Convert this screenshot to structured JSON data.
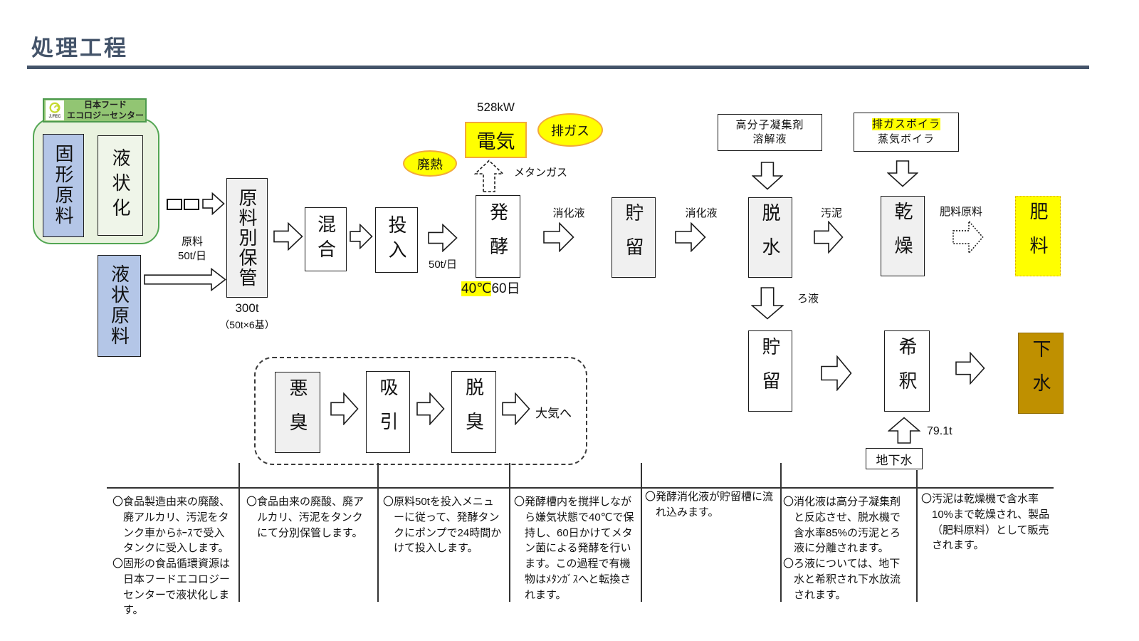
{
  "title": "処理工程",
  "logo": {
    "mark_text": "J.FEC",
    "line1": "日本フード",
    "line2": "エコロジーセンター"
  },
  "nodes": {
    "solid_material": "固形原料",
    "liquefaction": "液状化",
    "liquid_material": "液状原料",
    "storage_by_material": "原料別保管",
    "mixing": "混合",
    "feeding": "投入",
    "fermentation": "発酵",
    "electricity": "電気",
    "storage1": "貯留",
    "dewatering": "脱水",
    "drying": "乾燥",
    "fertilizer": "肥料",
    "storage2": "貯留",
    "dilution": "希釈",
    "sewage": "下水",
    "groundwater": "地下水",
    "coagulant_line1": "高分子凝集剤",
    "coagulant_line2": "溶解液",
    "boiler_line1": "排ガスボイラ",
    "boiler_line2": "蒸気ボイラ",
    "odor": "悪臭",
    "suction": "吸引",
    "deodorize": "脱臭"
  },
  "labels": {
    "power": "528kW",
    "exhaust_gas": "排ガス",
    "waste_heat": "廃熱",
    "methane_gas": "メタンガス",
    "material": "原料",
    "material_rate": "50t/日",
    "storage_capacity": "300t",
    "storage_units": "（50t×6基）",
    "feed_rate": "50t/日",
    "temp": "40℃",
    "days": "60日",
    "digestive_in": "消化液",
    "digestive_out": "消化液",
    "sludge": "汚泥",
    "fertilizer_material": "肥料原料",
    "filtrate": "ろ液",
    "groundwater_amount": "79.1t",
    "to_atmosphere": "大気へ"
  },
  "notes": {
    "columns": [
      {
        "paragraphs": [
          "〇食品製造由来の廃酸、廃アルカリ、汚泥をタンク車からﾎｰｽで受入タンクに受入します。",
          "〇固形の食品循環資源は日本フードエコロジーセンターで液状化します。"
        ]
      },
      {
        "paragraphs": [
          "〇食品由来の廃酸、廃アルカリ、汚泥をタンクにて分別保管します。"
        ]
      },
      {
        "paragraphs": [
          "〇原料50tを投入メニューに従って、発酵タンクにポンプで24時間かけて投入します。"
        ]
      },
      {
        "paragraphs": [
          "〇発酵槽内を撹拌しながら嫌気状態で40℃で保持し、60日かけてメタン菌による発酵を行います。この過程で有機物はﾒﾀﾝｶﾞｽへと転換されます。"
        ]
      },
      {
        "paragraphs": [
          "〇発酵消化液が貯留槽に流れ込みます。"
        ]
      },
      {
        "paragraphs": [
          "〇消化液は高分子凝集剤と反応させ、脱水機で含水率85%の汚泥とろ液に分離されます。",
          "〇ろ液については、地下水と希釈され下水放流されます。"
        ]
      },
      {
        "paragraphs": [
          "〇汚泥は乾燥機で含水率10%まで乾燥され、製品（肥料原料）として販売されます。"
        ]
      }
    ]
  },
  "colors": {
    "title_navy": "#44546A",
    "container_green_border": "#53A653",
    "container_green_fill": "#E9F2DF",
    "logo_green": "#92C573",
    "box_blue": "#B4C6E7",
    "box_gray": "#F0F0F0",
    "highlight_yellow": "#FFFF00",
    "ellipse_border_orange": "#F2A93B",
    "sewage_dark_yellow": "#BF9000"
  }
}
